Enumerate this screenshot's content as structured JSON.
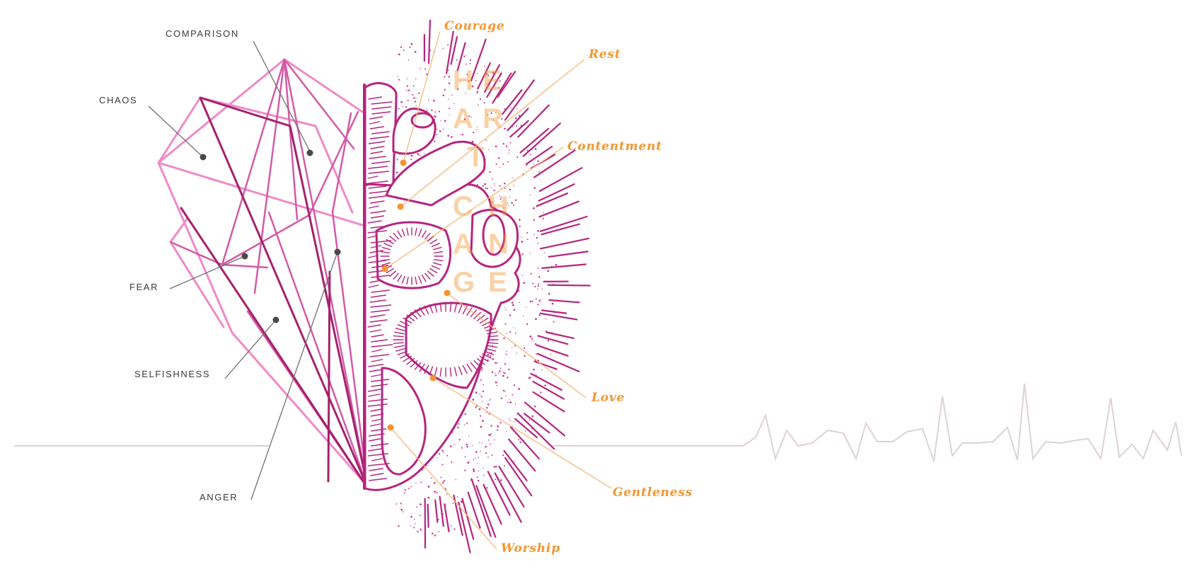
{
  "colors": {
    "magenta": "#b5257e",
    "pink": "#e86fb8",
    "orange": "#f3962f",
    "gray_text": "#3d3b3c",
    "line_gray": "#cfc3c7"
  },
  "negatives": [
    "COMPARISON",
    "CHAOS",
    "FEAR",
    "SELFISHNESS",
    "ANGER"
  ],
  "positives": [
    "Courage",
    "Rest",
    "Contentment",
    "Love",
    "Gentleness",
    "Worship"
  ],
  "heart_letters": [
    "H",
    "E",
    "A",
    "R",
    "T",
    "C",
    "H",
    "A",
    "N",
    "G",
    "E"
  ]
}
